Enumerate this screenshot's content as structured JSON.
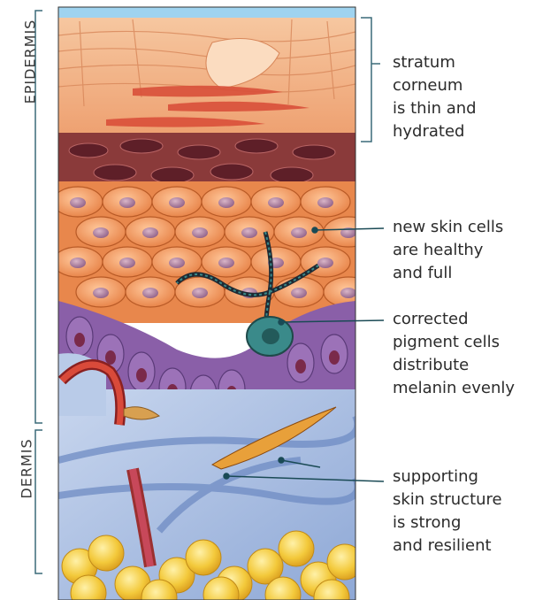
{
  "side_labels": {
    "epidermis": "EPIDERMIS",
    "dermis": "DERMIS"
  },
  "callouts": [
    {
      "lines": [
        "stratum",
        "corneum",
        "is thin and",
        "hydrated"
      ]
    },
    {
      "lines": [
        "new skin cells",
        "are healthy",
        "and full"
      ]
    },
    {
      "lines": [
        "corrected",
        "pigment cells",
        "distribute",
        "melanin evenly"
      ]
    },
    {
      "lines": [
        "supporting",
        "skin structure",
        "is strong",
        "and resilient"
      ]
    }
  ],
  "colors": {
    "stratum_corneum": "#f2b48a",
    "red_streaks": "#d9503a",
    "dark_layer": "#7a2a2a",
    "orange_cells": "#f4a06a",
    "nucleus": "#a87a9a",
    "basal_purple": "#8a5fa8",
    "melanocyte": "#3a8a8a",
    "dermis_blue": "#a9bfe0",
    "vessel_red": "#c0392b",
    "fat_yellow": "#f3c93b",
    "bracket_line": "#3a6a78",
    "text": "#2b2b2b"
  }
}
